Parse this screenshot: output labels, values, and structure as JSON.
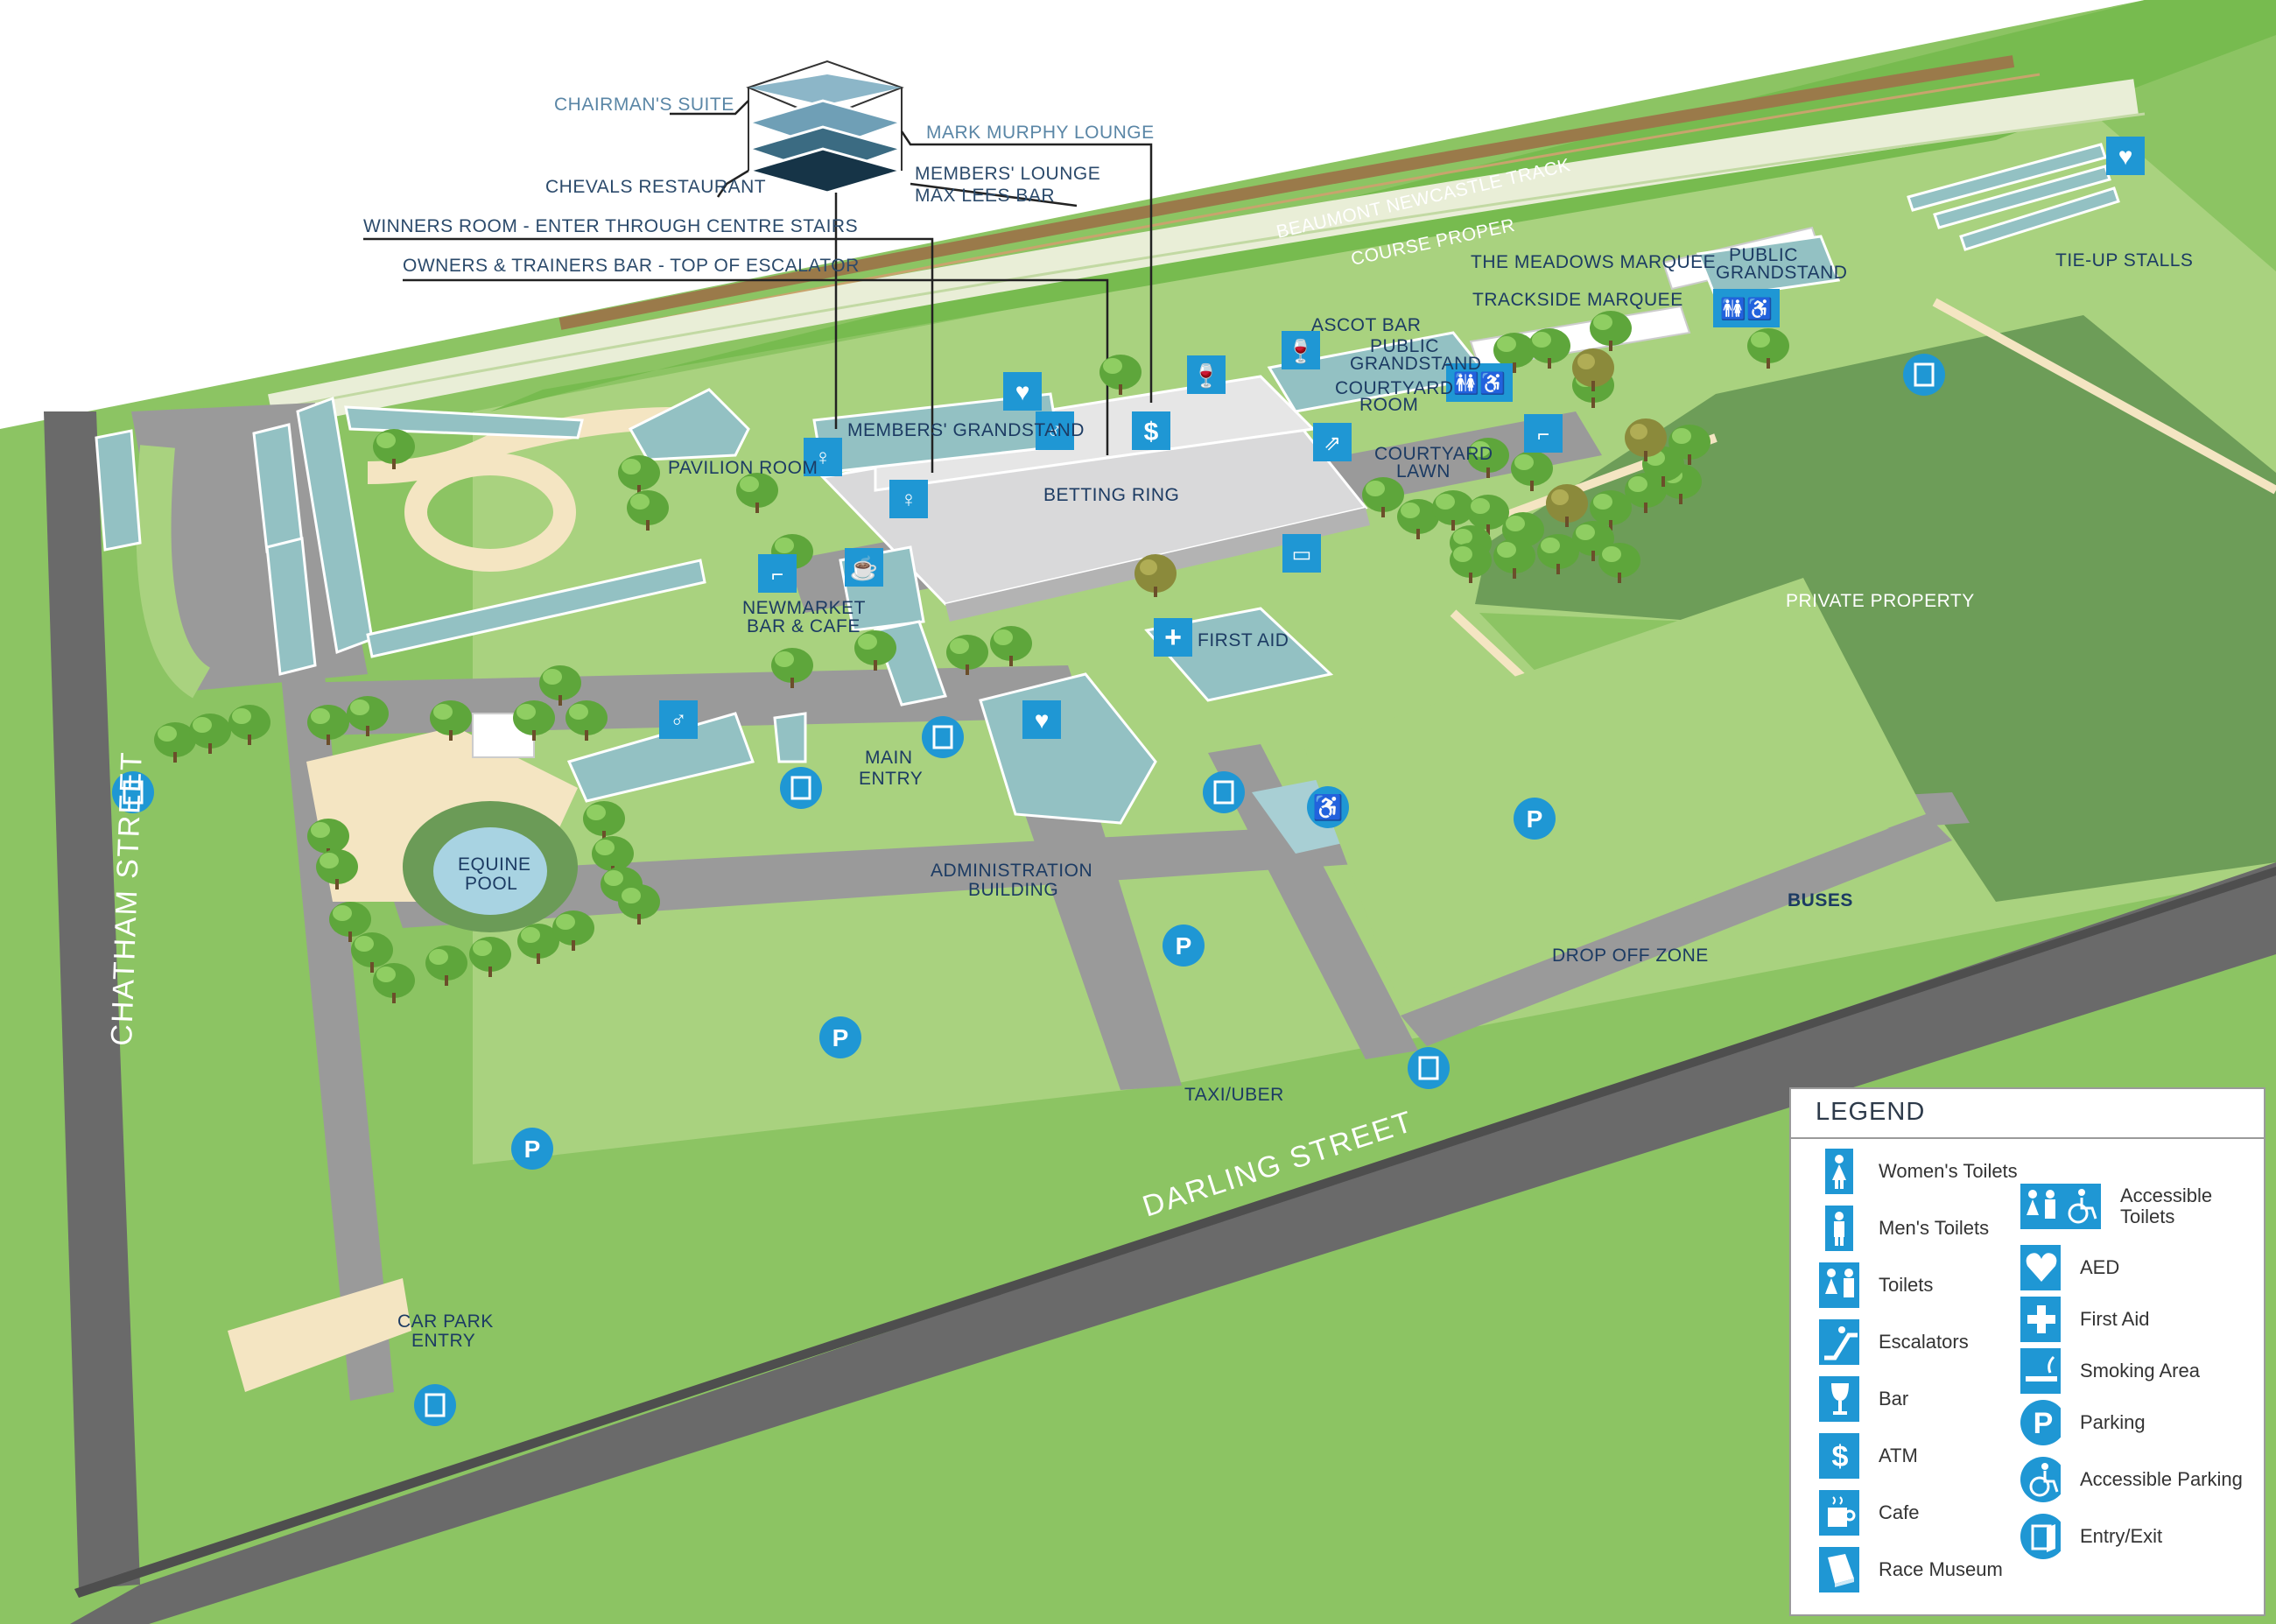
{
  "map": {
    "streets": {
      "chatham": "CHATHAM STREET",
      "darling": "DARLING STREET"
    },
    "track": {
      "name": "BEAUMONT NEWCASTLE TRACK",
      "course": "COURSE PROPER"
    },
    "callouts": {
      "chairmans_suite": "CHAIRMAN'S SUITE",
      "mark_murphy": "MARK MURPHY LOUNGE",
      "chevals": "CHEVALS RESTAURANT",
      "members_lounge": "MEMBERS' LOUNGE",
      "max_lees": "MAX LEES BAR",
      "winners_room": "WINNERS ROOM - ENTER THROUGH CENTRE STAIRS",
      "owners_trainers": "OWNERS & TRAINERS BAR - TOP OF ESCALATOR"
    },
    "areas": {
      "meadows_marquee": "THE MEADOWS MARQUEE",
      "trackside_marquee": "TRACKSIDE MARQUEE",
      "public_grandstand_1": "PUBLIC",
      "public_grandstand_2": "GRANDSTAND",
      "tie_up_stalls": "TIE-UP STALLS",
      "ascot_bar": "ASCOT BAR",
      "courtyard_room_1": "COURTYARD",
      "courtyard_room_2": "ROOM",
      "courtyard_lawn_1": "COURTYARD",
      "courtyard_lawn_2": "LAWN",
      "members_grandstand": "MEMBERS' GRANDSTAND",
      "pavilion_room": "PAVILION ROOM",
      "betting_ring": "BETTING RING",
      "newmarket_1": "NEWMARKET",
      "newmarket_2": "BAR & CAFE",
      "first_aid": "FIRST AID",
      "private_property": "PRIVATE PROPERTY",
      "main_entry_1": "MAIN",
      "main_entry_2": "ENTRY",
      "admin_1": "ADMINISTRATION",
      "admin_2": "BUILDING",
      "equine_pool_1": "EQUINE",
      "equine_pool_2": "POOL",
      "buses": "BUSES",
      "drop_off": "DROP OFF ZONE",
      "taxi_uber": "TAXI/UBER",
      "car_park_entry_1": "CAR PARK",
      "car_park_entry_2": "ENTRY"
    },
    "colors": {
      "grass_light": "#a9d27f",
      "grass_mid": "#8cc463",
      "grass_dark": "#6b9b57",
      "road": "#6a6a6a",
      "road_light": "#9a9a9a",
      "sand": "#f4e5c2",
      "building": "#93c1c3",
      "roof": "#d9d9da",
      "icon_blue": "#1f97d4",
      "track_green": "#77bb4f",
      "track_brown": "#9a7a4a"
    }
  },
  "legend": {
    "title": "LEGEND",
    "items": [
      {
        "icon": "womens-toilet-icon",
        "label": "Women's Toilets"
      },
      {
        "icon": "mens-toilet-icon",
        "label": "Men's Toilets"
      },
      {
        "icon": "toilets-icon",
        "label": "Toilets"
      },
      {
        "icon": "escalator-icon",
        "label": "Escalators"
      },
      {
        "icon": "bar-icon",
        "label": "Bar"
      },
      {
        "icon": "atm-icon",
        "label": "ATM"
      },
      {
        "icon": "cafe-icon",
        "label": "Cafe"
      },
      {
        "icon": "race-museum-icon",
        "label": "Race Museum"
      },
      {
        "icon": "accessible-toilets-icon",
        "label": "Accessible Toilets"
      },
      {
        "icon": "aed-icon",
        "label": "AED"
      },
      {
        "icon": "first-aid-icon",
        "label": "First Aid"
      },
      {
        "icon": "smoking-area-icon",
        "label": "Smoking Area"
      },
      {
        "icon": "parking-icon",
        "label": "Parking"
      },
      {
        "icon": "accessible-parking-icon",
        "label": "Accessible Parking"
      },
      {
        "icon": "entry-exit-icon",
        "label": "Entry/Exit"
      }
    ],
    "accessible_toilets_line1": "Accessible",
    "accessible_toilets_line2": "Toilets"
  }
}
